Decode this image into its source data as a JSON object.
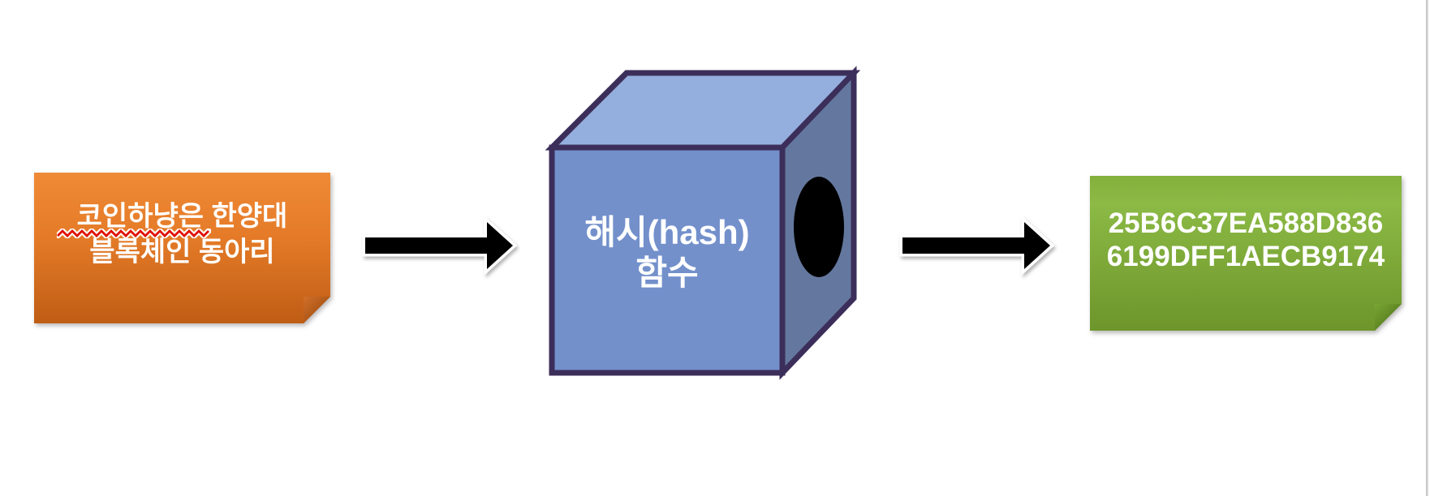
{
  "input_note": {
    "lines": [
      "코인하냥은 한양대",
      "블록체인 동아리"
    ],
    "misspelled_word": "코인하냥은",
    "colors": {
      "top": "#EF8A36",
      "bottom": "#BF5D15",
      "fold": "#94460C",
      "text": "#FFFFFF",
      "squiggle": "#E01000"
    }
  },
  "hash_cube": {
    "lines": [
      "해시(hash)",
      "함수"
    ],
    "colors": {
      "front_face": "#7390CB",
      "top_face": "#94AFDD",
      "side_face": "#64789F",
      "border": "#3C2E5A",
      "hole": "#000000",
      "text": "#FFFFFF"
    }
  },
  "output_note": {
    "lines": [
      "25B6C37EA588D836",
      "6199DFF1AECB9174"
    ],
    "colors": {
      "top": "#8CBA45",
      "bottom": "#6D952B",
      "fold": "#4C6E16",
      "text": "#FFFFFF"
    }
  },
  "arrows": {
    "fill": "#000000",
    "outline": "#FFFFFF"
  },
  "canvas": {
    "background": "#FFFFFF",
    "slide_edge": "#C9C9C9"
  }
}
